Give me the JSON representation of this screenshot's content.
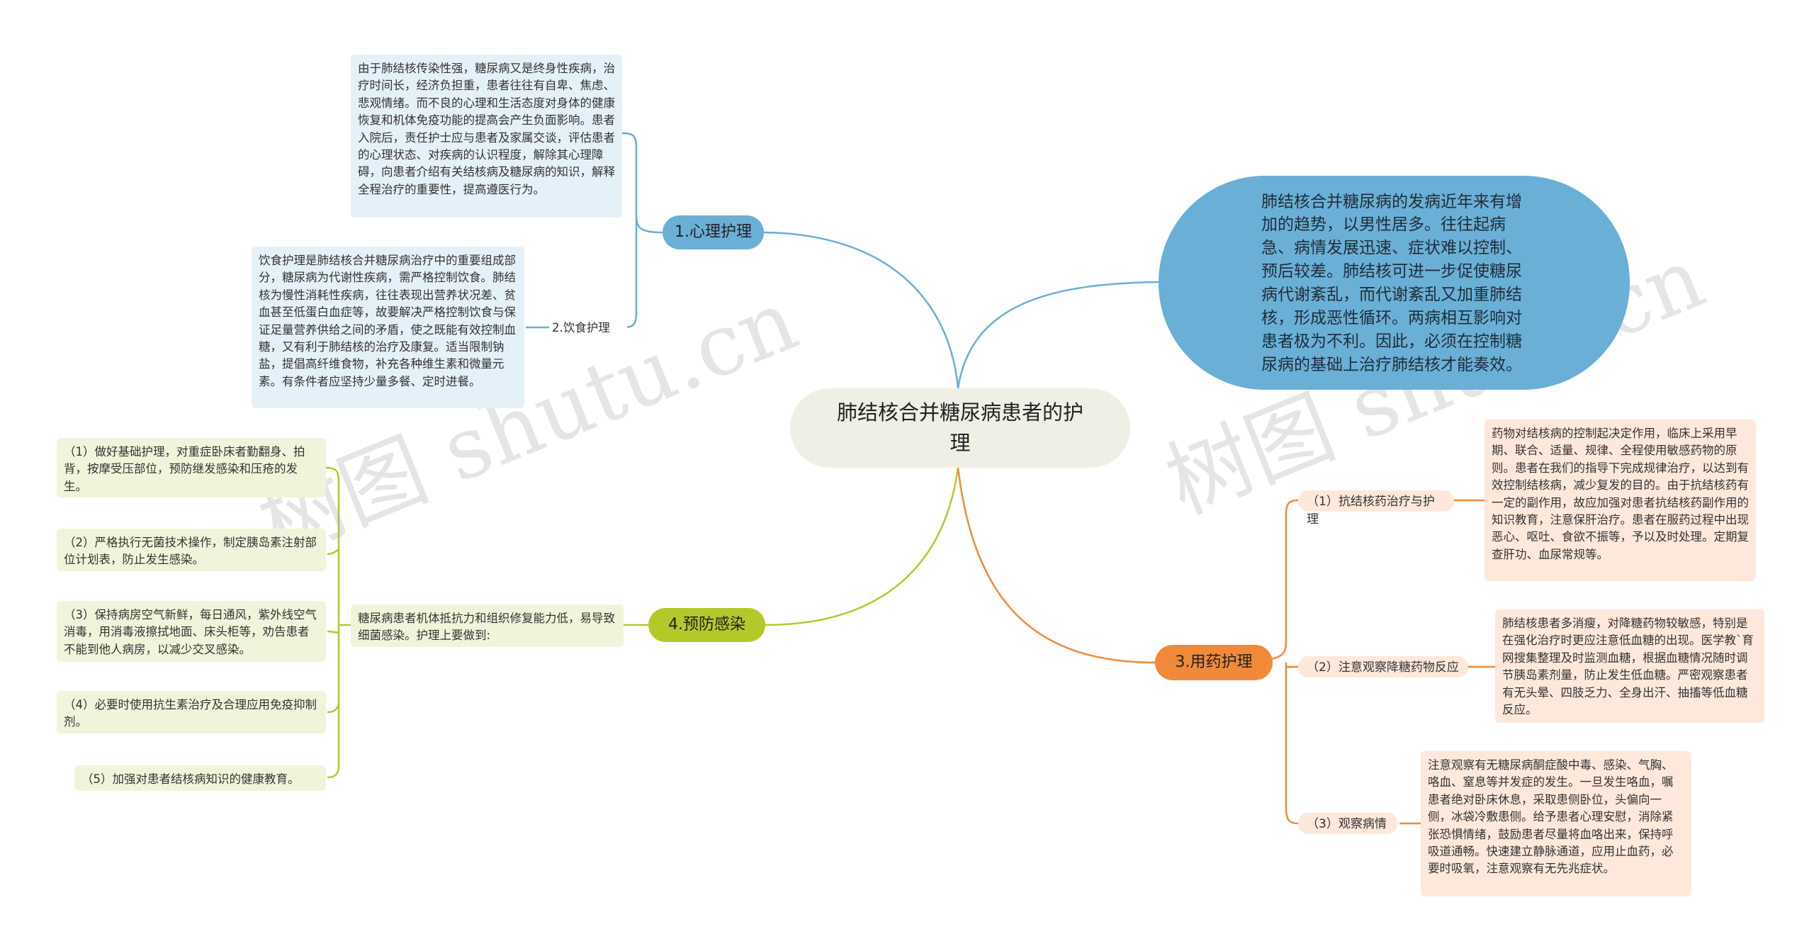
{
  "central": "肺结核合并糖尿病患者的护理",
  "summary": "肺结核合并糖尿病的发病近年来有增加的趋势，以男性居多。往往起病急、病情发展迅速、症状难以控制、预后较差。肺结核可进一步促使糖尿病代谢紊乱，而代谢紊乱又加重肺结核，形成恶性循环。两病相互影响对患者极为不利。因此，必须在控制糖尿病的基础上治疗肺结核才能奏效。",
  "branches": {
    "b1": {
      "label": "1.心理护理",
      "text": "由于肺结核传染性强，糖尿病又是终身性疾病，治疗时间长，经济负担重，患者往往有自卑、焦虑、悲观情绪。而不良的心理和生活态度对身体的健康恢复和机体免疫功能的提高会产生负面影响。患者入院后，责任护士应与患者及家属交谈，评估患者的心理状态、对疾病的认识程度，解除其心理障碍，向患者介绍有关结核病及糖尿病的知识，解释全程治疗的重要性，提高遵医行为。",
      "sub_label": "2.饮食护理",
      "sub_text": "饮食护理是肺结核合并糖尿病治疗中的重要组成部分，糖尿病为代谢性疾病，需严格控制饮食。肺结核为慢性消耗性疾病，往往表现出营养状况差、贫血甚至低蛋白血症等，故要解决严格控制饮食与保证足量营养供给之间的矛盾，使之既能有效控制血糖，又有利于肺结核的治疗及康复。适当限制钠盐，提倡高纤维食物，补充各种维生素和微量元素。有条件者应坚持少量多餐、定时进餐。"
    },
    "b3": {
      "label": "3.用药护理",
      "items": [
        {
          "label": "（1）抗结核药治疗与护理",
          "text": "药物对结核病的控制起决定作用，临床上采用早期、联合、适量、规律、全程使用敏感药物的原则。患者在我们的指导下完成规律治疗，以达到有效控制结核病，减少复发的目的。由于抗结核药有一定的副作用，故应加强对患者抗结核药副作用的知识教育，注意保肝治疗。患者在服药过程中出现恶心、呕吐、食欲不振等，予以及时处理。定期复查肝功、血尿常规等。"
        },
        {
          "label": "（2）注意观察降糖药物反应",
          "text": "肺结核患者多消瘦，对降糖药物较敏感，特别是在强化治疗时更应注意低血糖的出现。医学教`育网搜集整理及时监测血糖，根据血糖情况随时调节胰岛素剂量，防止发生低血糖。严密观察患者有无头晕、四肢乏力、全身出汗、抽搐等低血糖反应。"
        },
        {
          "label": "（3）观察病情",
          "text": "注意观察有无糖尿病酮症酸中毒、感染、气胸、咯血、窒息等并发症的发生。一旦发生咯血，嘱患者绝对卧床休息，采取患侧卧位，头偏向一侧，冰袋冷敷患侧。给予患者心理安慰，消除紧张恐惧情绪，鼓励患者尽量将血咯出来，保持呼吸道通畅。快速建立静脉通道，应用止血药，必要时吸氧，注意观察有无先兆症状。"
        }
      ]
    },
    "b4": {
      "label": "4.预防感染",
      "intro": "糖尿病患者机体抵抗力和组织修复能力低，易导致细菌感染。护理上要做到:",
      "items": [
        "（1）做好基础护理，对重症卧床者勤翻身、拍背，按摩受压部位，预防继发感染和压疮的发生。",
        "（2）严格执行无菌技术操作，制定胰岛素注射部位计划表，防止发生感染。",
        "（3）保持病房空气新鲜，每日通风，紫外线空气消毒，用消毒液擦拭地面、床头柜等，劝告患者不能到他人病房，以减少交叉感染。",
        "（4）必要时使用抗生素治疗及合理应用免疫抑制剂。",
        "（5）加强对患者结核病知识的健康教育。"
      ]
    }
  },
  "watermark": "树图 shutu.cn",
  "colors": {
    "blue": "#6aafd6",
    "green": "#b5c82a",
    "orange": "#f08a3a",
    "center_bg": "#efefe6"
  }
}
